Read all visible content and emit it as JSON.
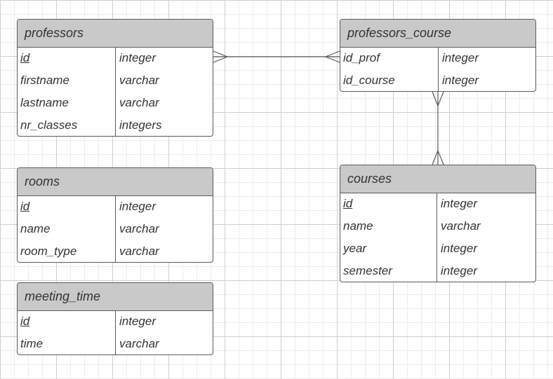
{
  "colors": {
    "header_fill": "#c9c9c9",
    "border": "#5a5a5a",
    "text": "#333333",
    "background": "#ffffff"
  },
  "entities": {
    "professors": {
      "name": "professors",
      "fields": [
        {
          "name": "id",
          "type": "integer",
          "primary_key": true
        },
        {
          "name": "firstname",
          "type": "varchar"
        },
        {
          "name": "lastname",
          "type": "varchar"
        },
        {
          "name": "nr_classes",
          "type": "integers"
        }
      ]
    },
    "professors_course": {
      "name": "professors_course",
      "fields": [
        {
          "name": "id_prof",
          "type": "integer"
        },
        {
          "name": "id_course",
          "type": "integer"
        }
      ]
    },
    "rooms": {
      "name": "rooms",
      "fields": [
        {
          "name": "id",
          "type": "integer",
          "primary_key": true
        },
        {
          "name": "name",
          "type": "varchar"
        },
        {
          "name": "room_type",
          "type": "varchar"
        }
      ]
    },
    "courses": {
      "name": "courses",
      "fields": [
        {
          "name": "id",
          "type": "integer",
          "primary_key": true
        },
        {
          "name": "name",
          "type": "varchar"
        },
        {
          "name": "year",
          "type": "integer"
        },
        {
          "name": "semester",
          "type": "integer"
        }
      ]
    },
    "meeting_time": {
      "name": "meeting_time",
      "fields": [
        {
          "name": "id",
          "type": "integer",
          "primary_key": true
        },
        {
          "name": "time",
          "type": "varchar"
        }
      ]
    }
  },
  "relationships": [
    {
      "from": "professors",
      "to": "professors_course",
      "from_cardinality": "many",
      "to_cardinality": "many"
    },
    {
      "from": "professors_course",
      "to": "courses",
      "from_cardinality": "many",
      "to_cardinality": "many"
    }
  ]
}
